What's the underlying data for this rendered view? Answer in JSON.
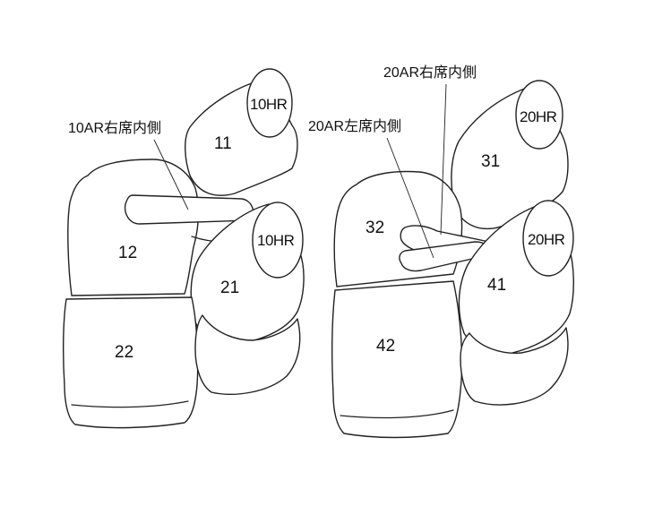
{
  "left_seat_set": {
    "callout": "10AR右席内側",
    "parts": {
      "headrest_top": "10HR",
      "headrest_right": "10HR",
      "back_right": "11",
      "back_left": "12",
      "cushion_right": "21",
      "cushion_left": "22"
    }
  },
  "right_seat_set": {
    "callout_right": "20AR右席内側",
    "callout_left": "20AR左席内側",
    "parts": {
      "headrest_top": "20HR",
      "headrest_right": "20HR",
      "back_right": "31",
      "back_left": "32",
      "cushion_right": "41",
      "cushion_left": "42"
    }
  }
}
